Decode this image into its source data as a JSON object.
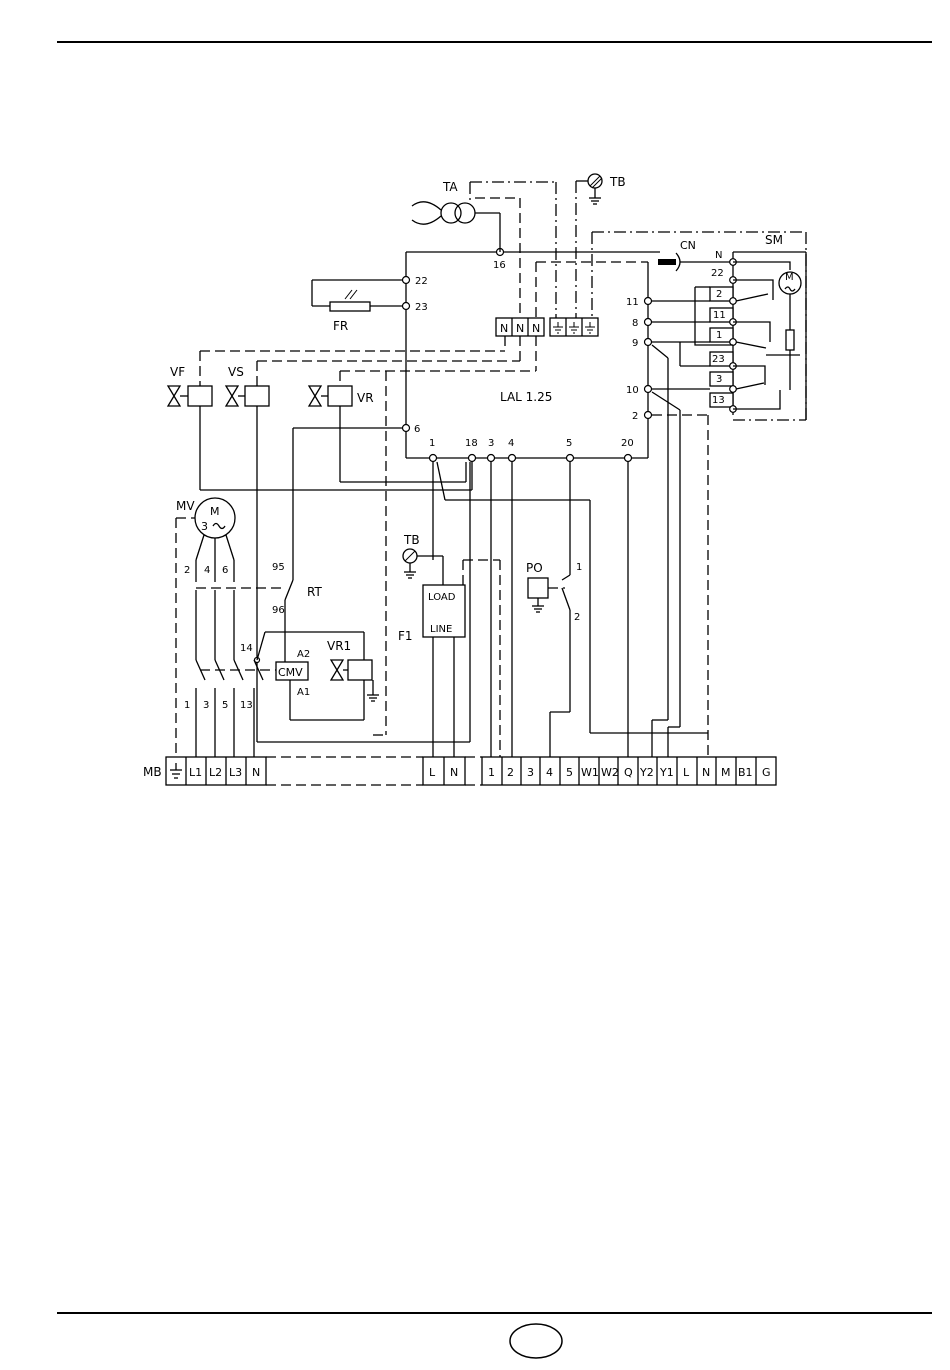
{
  "components": {
    "TA": "TA",
    "TB_top": "TB",
    "TB_mid": "TB",
    "CN": "CN",
    "SM": "SM",
    "FR": "FR",
    "VF": "VF",
    "VS": "VS",
    "VR": "VR",
    "VR1": "VR1",
    "LAL": "LAL 1.25",
    "MV": "MV",
    "motor_m": "M",
    "motor_3": "3",
    "RT": "RT",
    "CMV": "CMV",
    "PO": "PO",
    "F1": "F1",
    "load": "LOAD",
    "line": "LINE",
    "MB": "MB"
  },
  "lal_terminals": {
    "t16": "16",
    "t22": "22",
    "t23": "23",
    "t6": "6",
    "t11": "11",
    "t8": "8",
    "t9": "9",
    "t10": "10",
    "t2": "2",
    "b1": "1",
    "b18": "18",
    "b3": "3",
    "b4": "4",
    "b5": "5",
    "b20": "20"
  },
  "lal_neutrals": [
    "N",
    "N",
    "N"
  ],
  "sm_labels": [
    "N",
    "22",
    "2",
    "11",
    "1",
    "23",
    "3",
    "13"
  ],
  "sm_motor": "M",
  "mv_contacts": [
    "2",
    "4",
    "6"
  ],
  "contactor_labels": [
    "1",
    "3",
    "5",
    "13",
    "14"
  ],
  "rt_labels": {
    "a": "95",
    "b": "96"
  },
  "cmv_labels": {
    "a2": "A2",
    "a1": "A1"
  },
  "po_labels": {
    "one": "1",
    "two": "2"
  },
  "mb_terminals": [
    "L1",
    "L2",
    "L3",
    "N",
    "L",
    "N",
    "1",
    "2",
    "3",
    "4",
    "5",
    "W1",
    "W2",
    "Q",
    "Y2",
    "Y1",
    "L",
    "N",
    "M",
    "B1",
    "G"
  ]
}
